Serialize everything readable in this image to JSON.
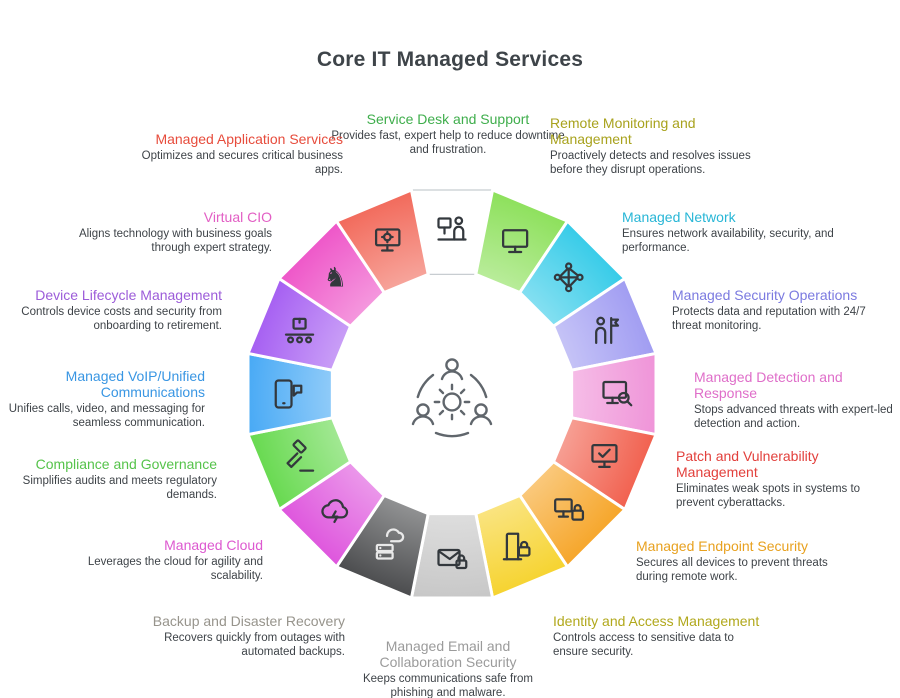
{
  "title": "Core IT Managed Services",
  "center": {
    "icon": "team-gear-icon"
  },
  "segments": [
    {
      "id": "service-desk",
      "title": "Service Desk and Support",
      "description": "Provides fast, expert help to reduce downtime and frustration.",
      "wheel_color": "#ffffff",
      "title_color": "#3fae4c",
      "icon": "person-desk-icon",
      "icon_color": "#33383d"
    },
    {
      "id": "remote-monitoring",
      "title": "Remote Monitoring and Management",
      "description": "Proactively detects and resolves issues before they disrupt operations.",
      "wheel_color": "#8ce05a",
      "title_color": "#a8a21d",
      "icon": "monitor-icon",
      "icon_color": "#33383d"
    },
    {
      "id": "managed-network",
      "title": "Managed Network",
      "description": "Ensures network availability, security, and performance.",
      "wheel_color": "#35cbe8",
      "title_color": "#27b6d6",
      "icon": "network-icon",
      "icon_color": "#33383d"
    },
    {
      "id": "security-operations",
      "title": "Managed Security Operations",
      "description": "Protects data and reputation with 24/7 threat monitoring.",
      "wheel_color": "#a09cf2",
      "title_color": "#7b7ae0",
      "icon": "person-flag-icon",
      "icon_color": "#33383d"
    },
    {
      "id": "detection-response",
      "title": "Managed Detection and Response",
      "description": "Stops advanced threats with expert-led detection and action.",
      "wheel_color": "#ef93d8",
      "title_color": "#df6ec9",
      "icon": "monitor-search-icon",
      "icon_color": "#33383d"
    },
    {
      "id": "patch-vulnerability",
      "title": "Patch and Vulnerability Management",
      "description": "Eliminates weak spots in systems to prevent cyberattacks.",
      "wheel_color": "#f1604e",
      "title_color": "#e2403c",
      "icon": "monitor-check-icon",
      "icon_color": "#33383d"
    },
    {
      "id": "endpoint-security",
      "title": "Managed Endpoint Security",
      "description": "Secures all devices to prevent threats during remote work.",
      "wheel_color": "#f6a528",
      "title_color": "#e8a11f",
      "icon": "devices-lock-icon",
      "icon_color": "#33383d"
    },
    {
      "id": "identity-access",
      "title": "Identity and Access Management",
      "description": "Controls access to sensitive data to ensure security.",
      "wheel_color": "#f6d32e",
      "title_color": "#b1a81c",
      "icon": "door-lock-icon",
      "icon_color": "#33383d"
    },
    {
      "id": "email-collaboration",
      "title": "Managed Email and Collaboration Security",
      "description": "Keeps communications safe from phishing and malware.",
      "wheel_color": "#c7c7c7",
      "title_color": "#9b9b9b",
      "icon": "envelope-lock-icon",
      "icon_color": "#33383d"
    },
    {
      "id": "backup-dr",
      "title": "Backup and Disaster Recovery",
      "description": "Recovers quickly from outages with automated backups.",
      "wheel_color": "#4a4b4d",
      "title_color": "#97948c",
      "icon": "server-cloud-icon",
      "icon_color": "#e9e9e9"
    },
    {
      "id": "managed-cloud",
      "title": "Managed Cloud",
      "description": "Leverages the cloud for agility and scalability.",
      "wheel_color": "#de55dd",
      "title_color": "#dd59d0",
      "icon": "cloud-lightning-icon",
      "icon_color": "#33383d"
    },
    {
      "id": "compliance-governance",
      "title": "Compliance and Governance",
      "description": "Simplifies audits and meets regulatory demands.",
      "wheel_color": "#66d94e",
      "title_color": "#56c34b",
      "icon": "gavel-icon",
      "icon_color": "#33383d"
    },
    {
      "id": "voip-unified-comms",
      "title": "Managed VoIP/Unified Communications",
      "description": "Unifies calls, video, and messaging for seamless communication.",
      "wheel_color": "#47a9f5",
      "title_color": "#3996e3",
      "icon": "tablet-chat-icon",
      "icon_color": "#33383d"
    },
    {
      "id": "device-lifecycle",
      "title": "Device Lifecycle Management",
      "description": "Controls device costs and security from onboarding to retirement.",
      "wheel_color": "#a55ef2",
      "title_color": "#9c5cd9",
      "icon": "conveyor-box-icon",
      "icon_color": "#33383d"
    },
    {
      "id": "virtual-cio",
      "title": "Virtual CIO",
      "description": "Aligns technology with business goals through expert strategy.",
      "wheel_color": "#ee55c8",
      "title_color": "#e25ec4",
      "icon": "chess-knight-icon",
      "icon_color": "#33383d"
    },
    {
      "id": "application-services",
      "title": "Managed Application Services",
      "description": "Optimizes and secures critical business apps.",
      "wheel_color": "#f2695a",
      "title_color": "#e74c3c",
      "icon": "monitor-gear-icon",
      "icon_color": "#33383d"
    }
  ]
}
